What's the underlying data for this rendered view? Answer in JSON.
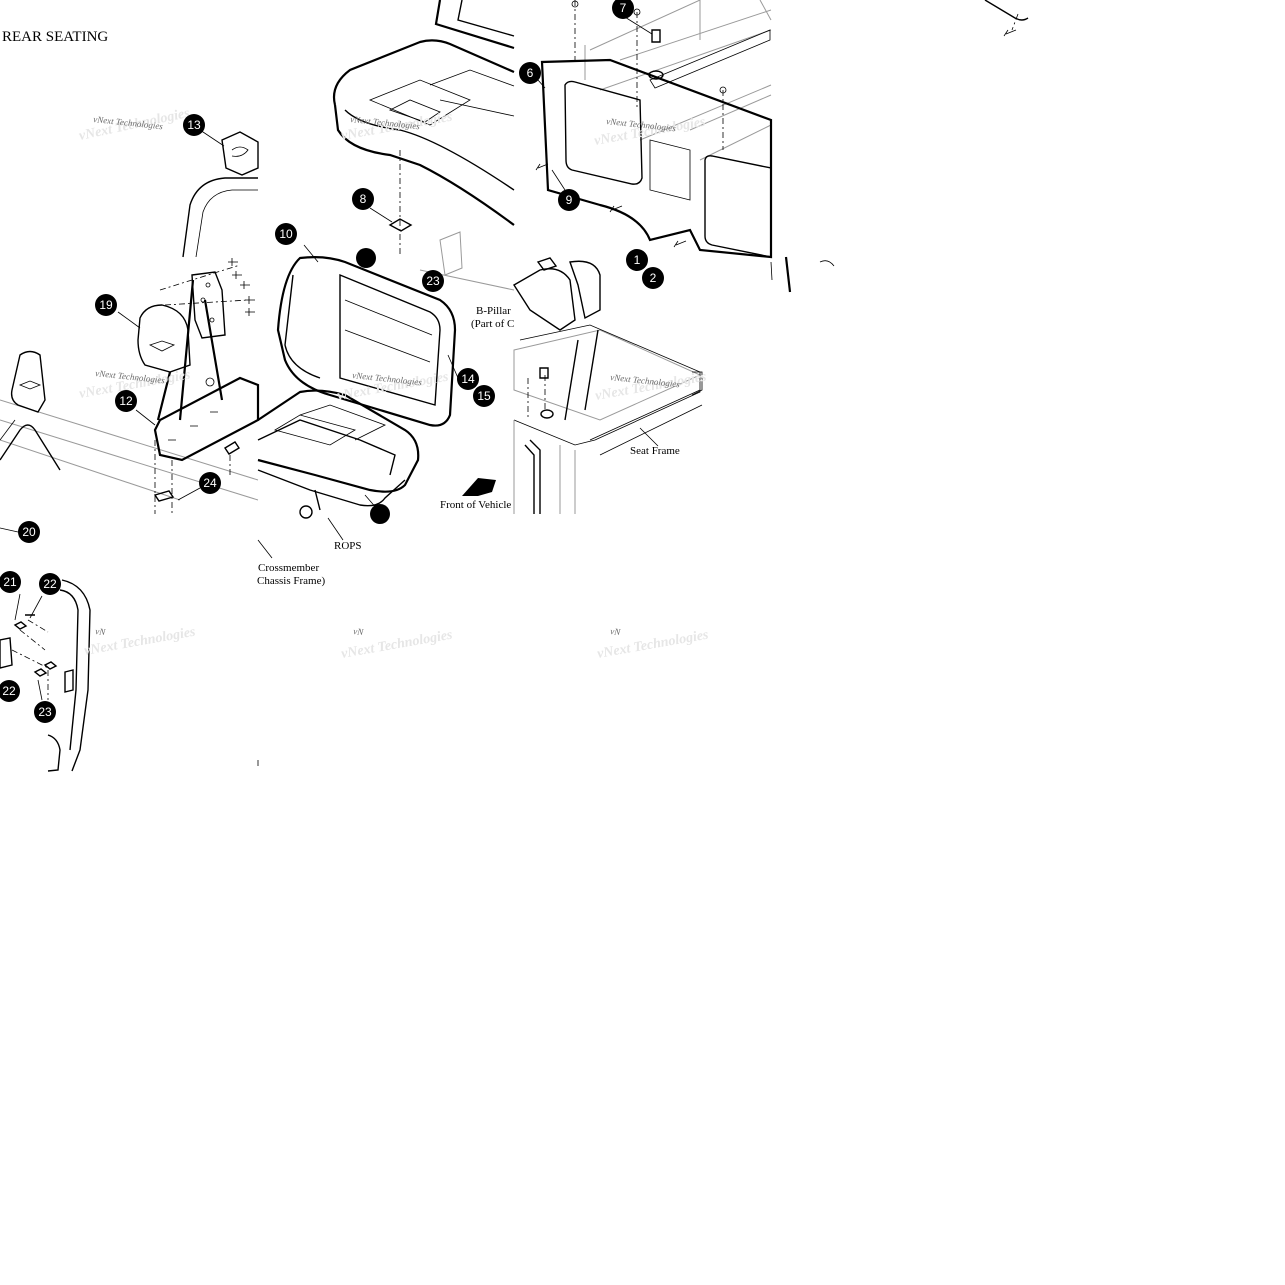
{
  "title": "REAR SEATING",
  "watermark": "vNext Technologies",
  "watermark_partial": "vN",
  "labels": {
    "b_pillar": "B-Pillar",
    "b_pillar_sub": "(Part of C",
    "seat_frame": "Seat Frame",
    "front_of_vehicle": "Front of Vehicle",
    "rops": "ROPS",
    "crossmember": "Crossmember",
    "crossmember_sub": "Chassis Frame)"
  },
  "callouts": {
    "c1": "1",
    "c2": "2",
    "c6": "6",
    "c7": "7",
    "c8": "8",
    "c9": "9",
    "c10": "10",
    "c12": "12",
    "c13": "13",
    "c14": "14",
    "c15": "15",
    "c19": "19",
    "c20": "20",
    "c21": "21",
    "c22a": "22",
    "c22b": "22",
    "c23a": "23",
    "c23b": "23",
    "c24": "24"
  },
  "colors": {
    "ink": "#000000",
    "watermark": "#6d6d6d",
    "background": "#ffffff"
  }
}
